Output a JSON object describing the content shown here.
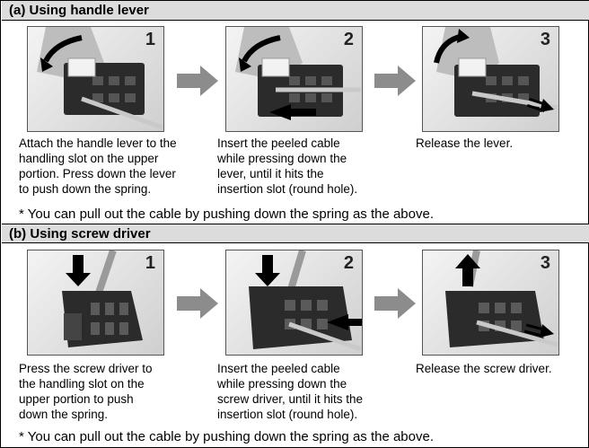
{
  "section_a": {
    "title": "(a) Using handle lever",
    "steps": [
      {
        "number": "1",
        "caption_lines": [
          "Attach the handle lever to the",
          "handling slot on the upper",
          "portion. Press down the lever",
          "to push down the spring."
        ]
      },
      {
        "number": "2",
        "caption_lines": [
          "Insert the peeled cable",
          "while pressing down the",
          "lever, until it hits the",
          "insertion slot (round hole)."
        ]
      },
      {
        "number": "3",
        "caption_lines": [
          "Release the lever."
        ]
      }
    ],
    "note": "* You can pull out the cable by pushing down the spring as the above."
  },
  "section_b": {
    "title": "(b) Using screw driver",
    "steps": [
      {
        "number": "1",
        "caption_lines": [
          "Press the screw driver to",
          "the handling slot on the",
          "upper portion to push",
          "down the spring."
        ]
      },
      {
        "number": "2",
        "caption_lines": [
          "Insert the peeled cable",
          "while pressing down the",
          "screw driver, until it hits the",
          "insertion slot (round hole)."
        ]
      },
      {
        "number": "3",
        "caption_lines": [
          "Release the screw driver."
        ]
      }
    ],
    "note": "* You can pull out the cable by pushing down the spring as the above."
  },
  "colors": {
    "header_bg": "#dcdcdc",
    "arrow": "#8c8c8c",
    "connector": "#2b2b2b"
  },
  "icons": [
    "curved-arrow-icon",
    "push-arrow-icon",
    "right-arrow-icon",
    "down-arrow-icon",
    "up-arrow-icon"
  ]
}
